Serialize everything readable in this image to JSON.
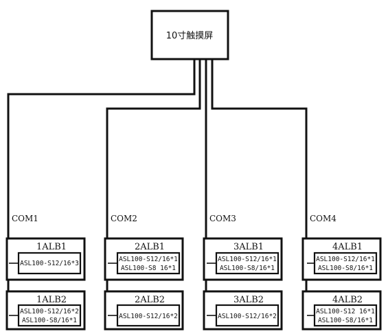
{
  "touch_screen": {
    "label": "10寸触摸屏"
  },
  "ports": [
    {
      "com": "COM1",
      "units": [
        {
          "name": "1ALB1",
          "lines": [
            "ASL100-S12/16*3"
          ]
        },
        {
          "name": "1ALB2",
          "lines": [
            "ASL100-S12/16*2",
            "ASL100-S8/16*1"
          ]
        }
      ]
    },
    {
      "com": "COM2",
      "units": [
        {
          "name": "2ALB1",
          "lines": [
            "ASL100-S12/16*1",
            "ASL100-S8 16*1"
          ]
        },
        {
          "name": "2ALB2",
          "lines": [
            "ASL100-S12/16*2"
          ]
        }
      ]
    },
    {
      "com": "COM3",
      "units": [
        {
          "name": "3ALB1",
          "lines": [
            "ASL100-S12/16*1",
            "ASL100-S8/16*1"
          ]
        },
        {
          "name": "3ALB2",
          "lines": [
            "ASL100-S12/16*2"
          ]
        }
      ]
    },
    {
      "com": "COM4",
      "units": [
        {
          "name": "4ALB1",
          "lines": [
            "ASL100-S12/16*1",
            "ASL100-S8/16*1"
          ]
        },
        {
          "name": "4ALB2",
          "lines": [
            "ASL100-S12 16*1",
            "ASL100-S8/16*1"
          ]
        }
      ]
    }
  ]
}
